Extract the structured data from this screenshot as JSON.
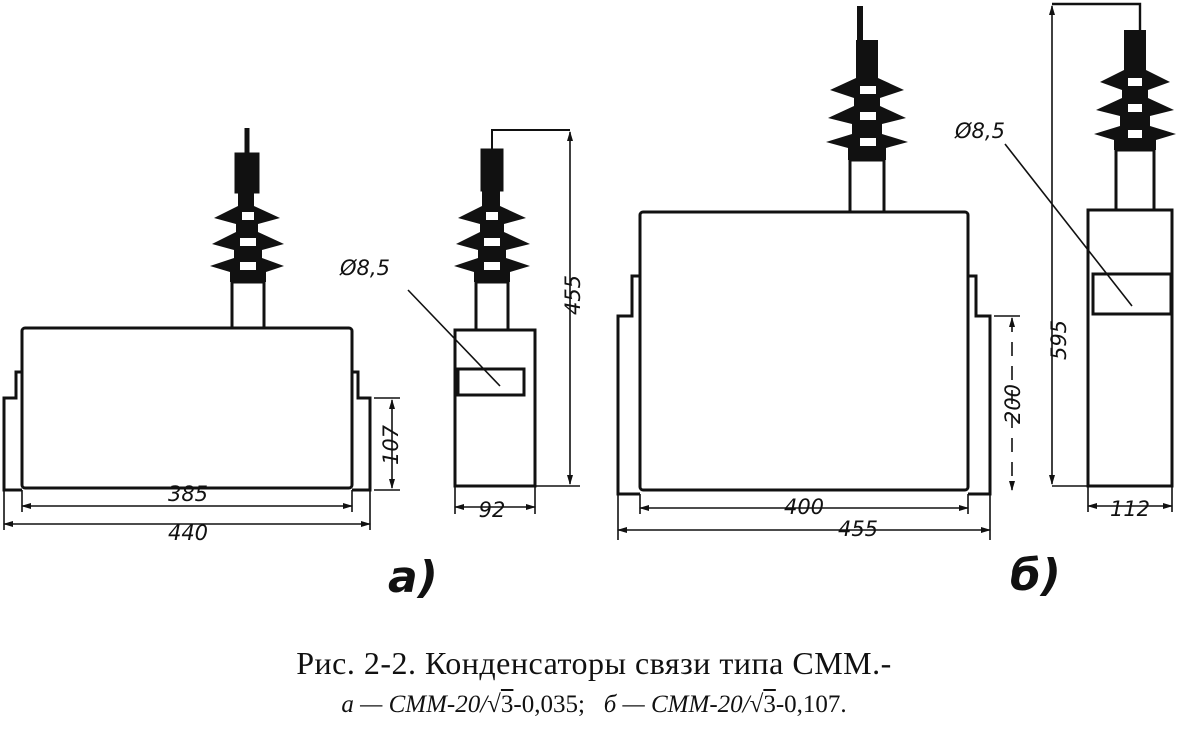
{
  "figure": {
    "a": {
      "label": "а)",
      "dims": {
        "inner_width": "385",
        "overall_width": "440",
        "height_107": "107",
        "side_width": "92",
        "total_height": "455",
        "diameter": "Ø8,5"
      }
    },
    "b": {
      "label": "б)",
      "dims": {
        "inner_width": "400",
        "overall_width": "455",
        "height_200": "200",
        "side_width": "112",
        "total_height": "595",
        "diameter": "Ø8,5"
      }
    }
  },
  "caption": {
    "title": "Рис. 2-2. Конденсаторы связи типа СММ.-",
    "line2_a": "а — СММ-20/",
    "root_sign": "√",
    "radicand": "3",
    "line2_a_tail": "-0,035;",
    "line2_b": "б — СММ-20/",
    "line2_b_tail": "-0,107."
  }
}
